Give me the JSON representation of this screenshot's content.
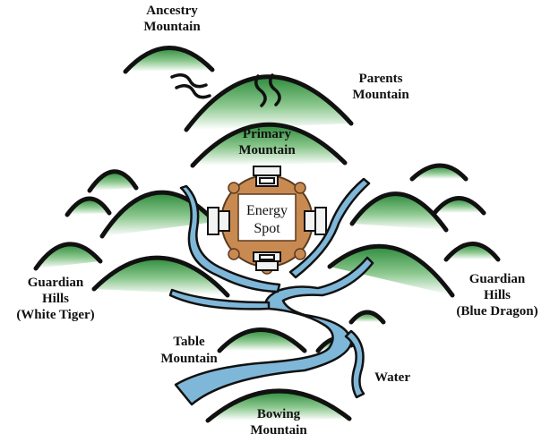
{
  "diagram": {
    "colors": {
      "hill_fill": "#2e8b3c",
      "outline": "#111111",
      "water": "#7fb7d9",
      "ring": "#c98a52",
      "temple": "#f3f3f3"
    },
    "labels": {
      "ancestry_1": "Ancestry",
      "ancestry_2": "Mountain",
      "parents_1": "Parents",
      "parents_2": "Mountain",
      "primary_1": "Primary",
      "primary_2": "Mountain",
      "energy_1": "Energy",
      "energy_2": "Spot",
      "guardian_left_1": "Guardian",
      "guardian_left_2": "Hills",
      "guardian_left_3": "(White Tiger)",
      "guardian_right_1": "Guardian",
      "guardian_right_2": "Hills",
      "guardian_right_3": "(Blue Dragon)",
      "table_1": "Table",
      "table_2": "Mountain",
      "water": "Water",
      "bowing_1": "Bowing",
      "bowing_2": "Mountain"
    }
  }
}
